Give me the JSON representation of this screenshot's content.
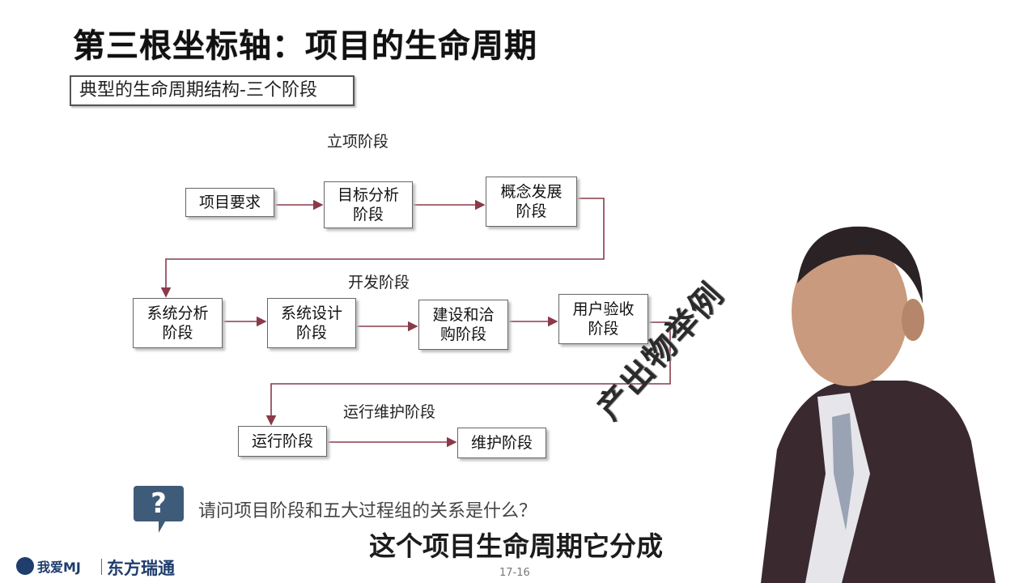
{
  "slide": {
    "title": "第三根坐标轴：项目的生命周期",
    "subtitle": "典型的生命周期结构-三个阶段",
    "phases": {
      "initiation": "立项阶段",
      "development": "开发阶段",
      "operation": "运行维护阶段"
    },
    "nodes": {
      "project_requirements": "项目要求",
      "goal_analysis_1": "目标分析",
      "goal_analysis_2": "阶段",
      "concept_dev_1": "概念发展",
      "concept_dev_2": "阶段",
      "system_analysis_1": "系统分析",
      "system_analysis_2": "阶段",
      "system_design_1": "系统设计",
      "system_design_2": "阶段",
      "build_procure_1": "建设和洽",
      "build_procure_2": "购阶段",
      "user_acceptance_1": "用户验收",
      "user_acceptance_2": "阶段",
      "operation_stage": "运行阶段",
      "maintenance_stage": "维护阶段"
    },
    "stamp_text": "产出物举例",
    "question_icon": "?",
    "question_text": "请问项目阶段和五大过程组的关系是什么？",
    "page_number": "17-16"
  },
  "subtitle_caption": "这个项目生命周期它分成",
  "logos": {
    "left": "我爱MJ",
    "right": "东方瑞通"
  },
  "colors": {
    "arrow": "#8a3a4a",
    "question_icon_bg": "#3f5b7a",
    "logo": "#1f3d6d"
  }
}
